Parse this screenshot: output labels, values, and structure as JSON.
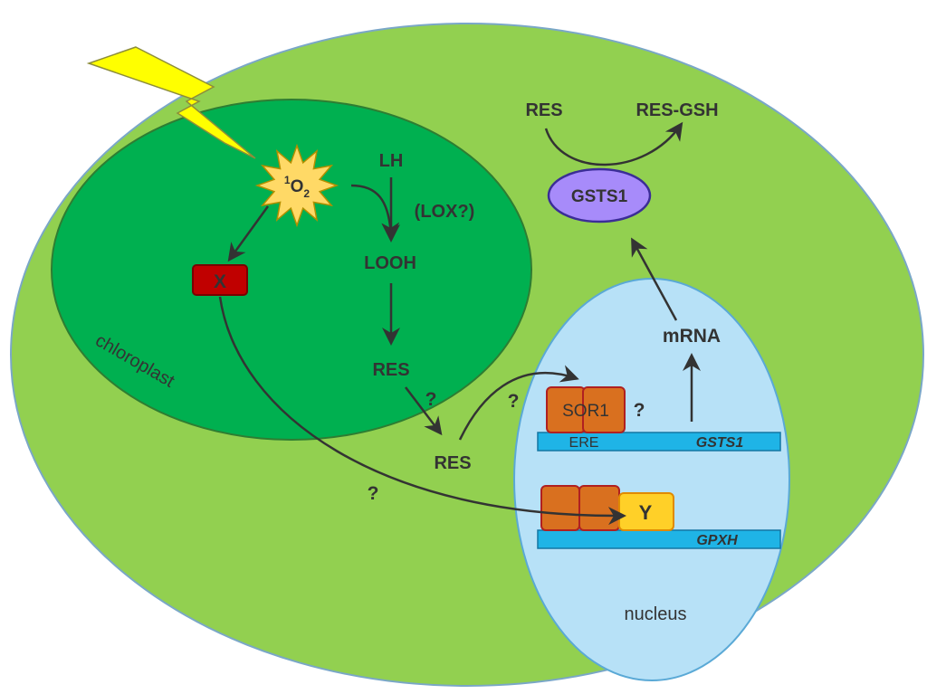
{
  "compartments": {
    "chloroplast": "chloroplast",
    "nucleus": "nucleus"
  },
  "molecules": {
    "singlet_oxygen_prefix": "1",
    "singlet_oxygen_base": "O",
    "singlet_oxygen_sub": "2",
    "lh": "LH",
    "lox": "(LOX?)",
    "looh": "LOOH",
    "res_chloroplast": "RES",
    "res_cytosol": "RES",
    "res_top": "RES",
    "res_gsh": "RES-GSH",
    "mrna": "mRNA",
    "gsts1_enzyme": "GSTS1",
    "x": "X",
    "y": "Y",
    "sor1": "SOR1"
  },
  "genes": {
    "ere": "ERE",
    "gsts1": "GSTS1",
    "gpxh": "GPXH"
  },
  "question_marks": [
    "?",
    "?",
    "?",
    "?"
  ],
  "colors": {
    "cell": "#92d050",
    "chloroplast": "#00b050",
    "nucleus": "#b7e1f7",
    "dna": "#1fb4e6",
    "factor": "#d9701f",
    "x_box": "#c00000",
    "y_box": "#ffd028",
    "gsts1_enzyme": "#a78bfa",
    "lightning": "#ffff00",
    "burst": "#ffd966"
  }
}
